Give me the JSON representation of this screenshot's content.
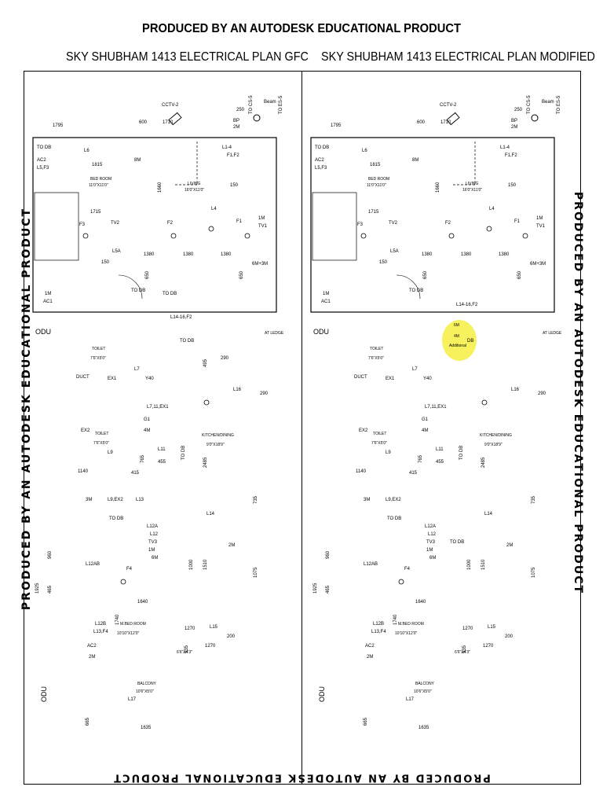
{
  "header": {
    "watermark_top": "PRODUCED BY AN AUTODESK EDUCATIONAL PRODUCT",
    "watermark_left": "PRODUCED BY AN AUTODESK EDUCATIONAL PRODUCT",
    "watermark_right": "PRODUCED BY AN AUTODESK EDUCATIONAL PRODUCT",
    "watermark_bottom": "PRODUCED BY AN AUTODESK EDUCATIONAL PRODUCT"
  },
  "plans": [
    {
      "title": "SKY SHUBHAM 1413 ELECTRICAL PLAN GFC",
      "labels": {
        "cctv": "CCTV-2",
        "beam": "Beam",
        "to_cs5": "TO CS-5",
        "to_es5": "TO ES-5",
        "bp": "BP",
        "bp_2m": "2M",
        "n250": "250",
        "d1795": "1795",
        "d600": "600",
        "d1710": "1710",
        "to_db_1": "TO DB",
        "l6": "L6",
        "ac2": "AC2",
        "l5f3": "L5,F3",
        "n1815": "1815",
        "bed_room": "BED ROOM",
        "bed_room_dim": "11'0\"X11'0\"",
        "l14": "L1-4",
        "f1f2": "F1,F2",
        "n8m": "8M",
        "n1660": "1660",
        "living": "LIVING",
        "living_dim": "16'0\"X11'0\"",
        "n150a": "150",
        "n1715": "1715",
        "tv2": "TV2",
        "l4": "L4",
        "f3": "F3",
        "f2": "F2",
        "f1": "F1",
        "n1m": "1M",
        "tv1": "TV1",
        "l5a": "L5A",
        "n150b": "150",
        "n1380a": "1380",
        "n1380b": "1380",
        "n1380c": "1380",
        "n6m3m": "6M+3M",
        "n650a": "650",
        "n650b": "650",
        "n1m_ac1": "1M",
        "ac1": "AC1",
        "to_db_2": "TO DB",
        "to_db_3": "TO DB",
        "odu1": "ODU",
        "l1416f2": "L14-16,F2",
        "toilet1": "TOILET",
        "toilet1_dim": "7'6\"X5'0\"",
        "to_db_4": "TO DB",
        "at_lede": "AT LEDGE",
        "duct": "DUCT",
        "l7": "L7",
        "ex1": "EX1",
        "y40": "Y40",
        "n495": "495",
        "n290a": "290",
        "l16": "L16",
        "n290b": "290",
        "l711ex1": "L7,11,EX1",
        "ex2": "EX2",
        "toilet2": "TOILET",
        "toilet2_dim": "7'6\"X5'0\"",
        "g1": "G1",
        "n4m": "4M",
        "kitchen": "KITCHEN/DINING",
        "kitchen_dim": "9'0\"X18'9\"",
        "l9": "L9",
        "l11": "L11",
        "n765": "765",
        "n455": "455",
        "to_db_5": "TO DB",
        "n2485": "2485",
        "n1140": "1140",
        "n415": "415",
        "l9ex2": "L9,EX2",
        "l13": "L13",
        "n3m": "3M",
        "to_db_6": "TO DB",
        "l14b": "L14",
        "n735": "735",
        "l12a": "L12A",
        "l12": "L12",
        "tv3": "TV3",
        "n1m_b": "1M",
        "n6m": "6M",
        "l12ab": "L12AB",
        "f4": "F4",
        "n1925": "1925",
        "n960": "960",
        "n465": "465",
        "n1000": "1000",
        "n1510": "1510",
        "n1075": "1075",
        "n2m": "2M",
        "n1640": "1640",
        "n1740": "1740",
        "l12b": "L12B",
        "l13f4": "L13,F4",
        "mbed": "M.BED ROOM",
        "mbed_dim": "10'10\"X12'0\"",
        "n1270": "1270",
        "l15": "L15",
        "n200": "200",
        "n535": "535",
        "n1270b": "1270",
        "utility_dim": "6'6\"X4'3\"",
        "ac2b": "AC2",
        "n2m_b": "2M",
        "odu2": "ODU",
        "balcony": "BALCONY",
        "balcony_dim": "10'6\"X5'0\"",
        "l17": "L17",
        "n665": "665",
        "n1635": "1635"
      }
    },
    {
      "title": "SKY SHUBHAM 1413 ELECTRICAL PLAN MODIFIED",
      "additional_note": "Additional",
      "additional_6m": "6M",
      "additional_4m": "4M",
      "additional_db": "DB"
    }
  ],
  "colors": {
    "line": "#000000",
    "highlight": "#f5f04a"
  }
}
